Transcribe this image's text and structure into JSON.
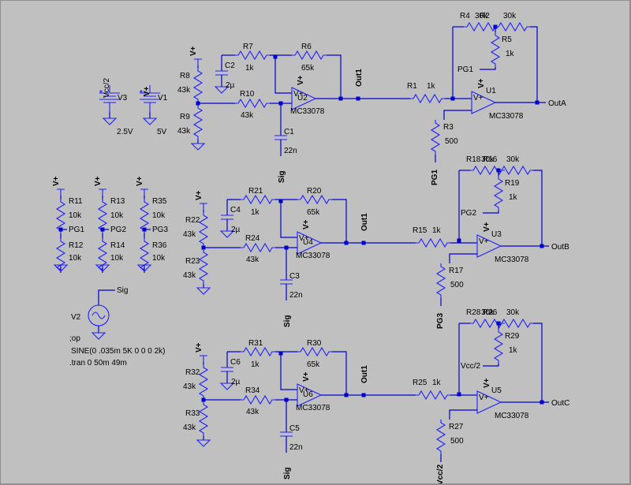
{
  "colors": {
    "background": "#c0c0c0",
    "wire": "#0000cc",
    "component": "#1f1fff",
    "text": "#000000"
  },
  "sources": {
    "v3": {
      "name": "V3",
      "value": "Vcc/2",
      "voltage": "2.5V"
    },
    "v1": {
      "name": "V1",
      "value": "V+",
      "voltage": "5V"
    },
    "v2": {
      "name": "V2",
      "net": "Sig",
      "spice1": ";op",
      "spice2": "SINE(0 .035m 5K 0 0 0 2k)",
      "spice3": ".tran 0 50m 49m"
    }
  },
  "power": {
    "vplus": "V+"
  },
  "dividers": [
    {
      "top": "R11",
      "bottom": "R12",
      "top_val": "10k",
      "bottom_val": "10k",
      "net": "PG1"
    },
    {
      "top": "R13",
      "bottom": "R14",
      "top_val": "10k",
      "bottom_val": "10k",
      "net": "PG2"
    },
    {
      "top": "R35",
      "bottom": "R36",
      "top_val": "10k",
      "bottom_val": "10k",
      "net": "PG3"
    }
  ],
  "stages": [
    {
      "rtop": "R8",
      "rtop_val": "43k",
      "rbot": "R9",
      "rbot_val": "43k",
      "cp": "C2",
      "cp_val": "2µ",
      "rin": "R7",
      "rin_val": "1k",
      "rfb": "R6",
      "rfb_val": "65k",
      "rn": "R10",
      "rn_val": "43k",
      "cin": "C1",
      "cin_val": "22n",
      "sig": "Sig",
      "amp": "U2",
      "amp_model": "MC33078",
      "out": "Out1",
      "r1": "R1",
      "r1_val": "1k",
      "rfa": "R4",
      "rfa_val": "30k",
      "rfb2": "R2",
      "rfb2_val": "30k",
      "rmid": "R5",
      "rmid_val": "1k",
      "pg": "PG1",
      "rg": "R3",
      "rg_val": "500",
      "pgb": "PG1",
      "amp2": "U1",
      "amp2_model": "MC33078",
      "final": "OutA"
    },
    {
      "rtop": "R22",
      "rtop_val": "43k",
      "rbot": "R23",
      "rbot_val": "43k",
      "cp": "C4",
      "cp_val": "2µ",
      "rin": "R21",
      "rin_val": "1k",
      "rfb": "R20",
      "rfb_val": "65k",
      "rn": "R24",
      "rn_val": "43k",
      "cin": "C3",
      "cin_val": "22n",
      "sig": "Sig",
      "amp": "U4",
      "amp_model": "MC33078",
      "out": "Out1",
      "r1": "R15",
      "r1_val": "1k",
      "rfa": "R18",
      "rfa_val": "30k",
      "rfb2": "R16",
      "rfb2_val": "30k",
      "rmid": "R19",
      "rmid_val": "1k",
      "pg": "PG2",
      "rg": "R17",
      "rg_val": "500",
      "pgb": "PG3",
      "amp2": "U3",
      "amp2_model": "MC33078",
      "final": "OutB"
    },
    {
      "rtop": "R32",
      "rtop_val": "43k",
      "rbot": "R33",
      "rbot_val": "43k",
      "cp": "C6",
      "cp_val": "2µ",
      "rin": "R31",
      "rin_val": "1k",
      "rfb": "R30",
      "rfb_val": "65k",
      "rn": "R34",
      "rn_val": "43k",
      "cin": "C5",
      "cin_val": "22n",
      "sig": "Sig",
      "amp": "U6",
      "amp_model": "MC33078",
      "out": "Out1",
      "r1": "R25",
      "r1_val": "1k",
      "rfa": "R28",
      "rfa_val": "30k",
      "rfb2": "R26",
      "rfb2_val": "30k",
      "rmid": "R29",
      "rmid_val": "1k",
      "pg": "Vcc/2",
      "rg": "R27",
      "rg_val": "500",
      "pgb": "Vcc/2",
      "amp2": "U5",
      "amp2_model": "MC33078",
      "final": "OutC"
    }
  ]
}
